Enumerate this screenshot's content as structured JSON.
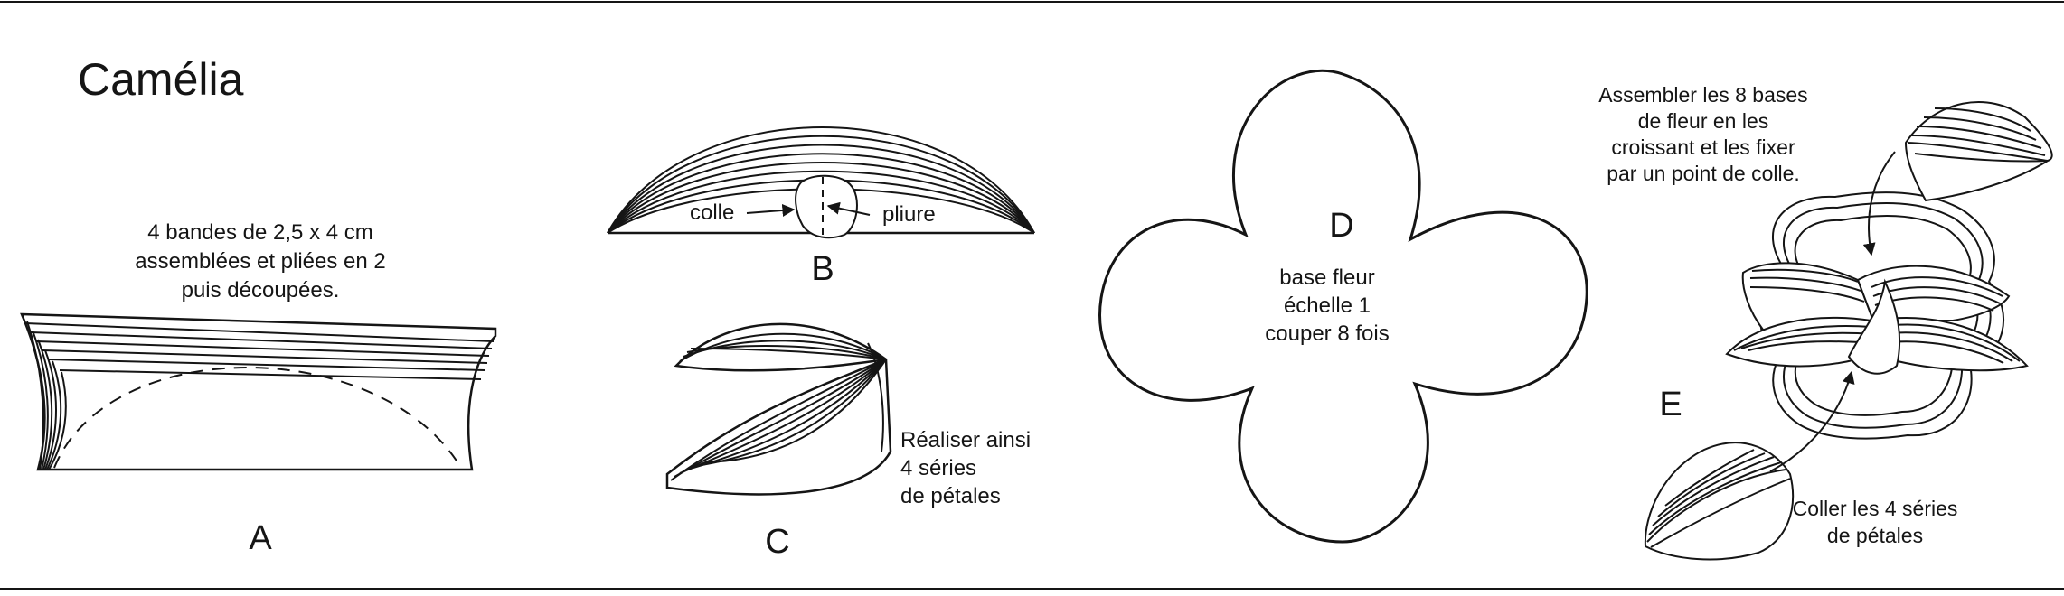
{
  "title": "Camélia",
  "colors": {
    "ink": "#151515",
    "background": "#ffffff"
  },
  "steps": {
    "A": {
      "letter": "A",
      "caption": [
        "4 bandes de 2,5  x 4 cm",
        "assemblées et pliées en 2",
        "puis découpées."
      ]
    },
    "B": {
      "letter": "B",
      "label_glue": "colle",
      "label_fold": "pliure"
    },
    "C": {
      "letter": "C",
      "caption": [
        "Réaliser ainsi",
        "4 séries",
        "de pétales"
      ]
    },
    "D": {
      "letter": "D",
      "caption": [
        "base fleur",
        "échelle 1",
        "couper 8 fois"
      ]
    },
    "E": {
      "letter": "E",
      "caption_top": [
        "Assembler les 8 bases",
        "de fleur en les",
        "croissant et les fixer",
        "par un point de colle."
      ],
      "caption_bottom": [
        "Coller les 4 séries",
        "de pétales"
      ]
    }
  }
}
